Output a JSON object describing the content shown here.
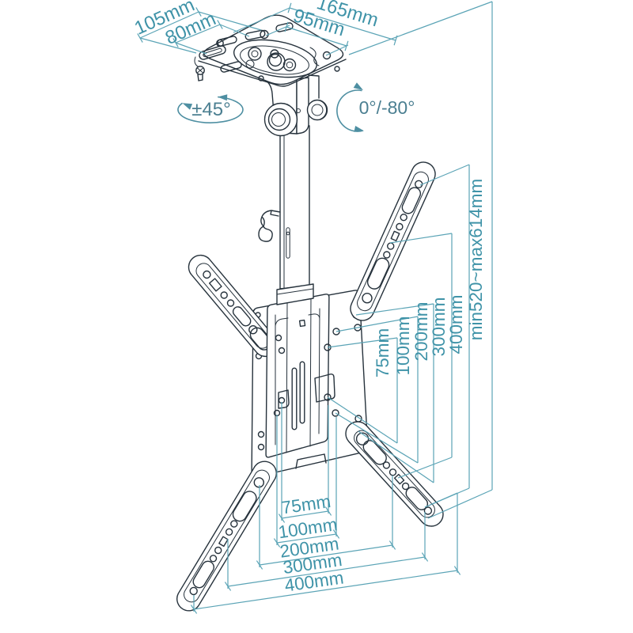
{
  "diagram": {
    "kind": "technical line drawing",
    "subject": "Tilt & swivel ceiling TV mount bracket with VESA adapter plate and four extension arms",
    "view": "isometric"
  },
  "labels": {
    "plate_depth": "105mm",
    "plate_slot_depth": "80mm",
    "plate_width": "165mm",
    "plate_slot_width": "95mm",
    "swivel": "±45°",
    "tilt": "0°/-80°",
    "height_range": "min520~max614mm"
  },
  "dims": {
    "vertical": [
      "75mm",
      "100mm",
      "200mm",
      "300mm",
      "400mm"
    ],
    "horizontal": [
      "75mm",
      "100mm",
      "200mm",
      "300mm",
      "400mm"
    ]
  },
  "measurements": {
    "ceiling_plate": {
      "width_mm": 165,
      "depth_mm": 105,
      "slot_spacing_width_mm": 95,
      "slot_spacing_depth_mm": 80
    },
    "swivel_range_deg": "±45",
    "tilt_range_deg": "0 to -80",
    "height_min_mm": 520,
    "height_max_mm": 614,
    "vesa_mm": [
      75,
      100,
      200,
      300,
      400
    ]
  },
  "colors": {
    "ink": "#2a3540",
    "dim_line": "#5ba4b6",
    "dim_text": "#3f93a8",
    "dim_text_muted": "#4b7f91",
    "background": "#ffffff"
  }
}
